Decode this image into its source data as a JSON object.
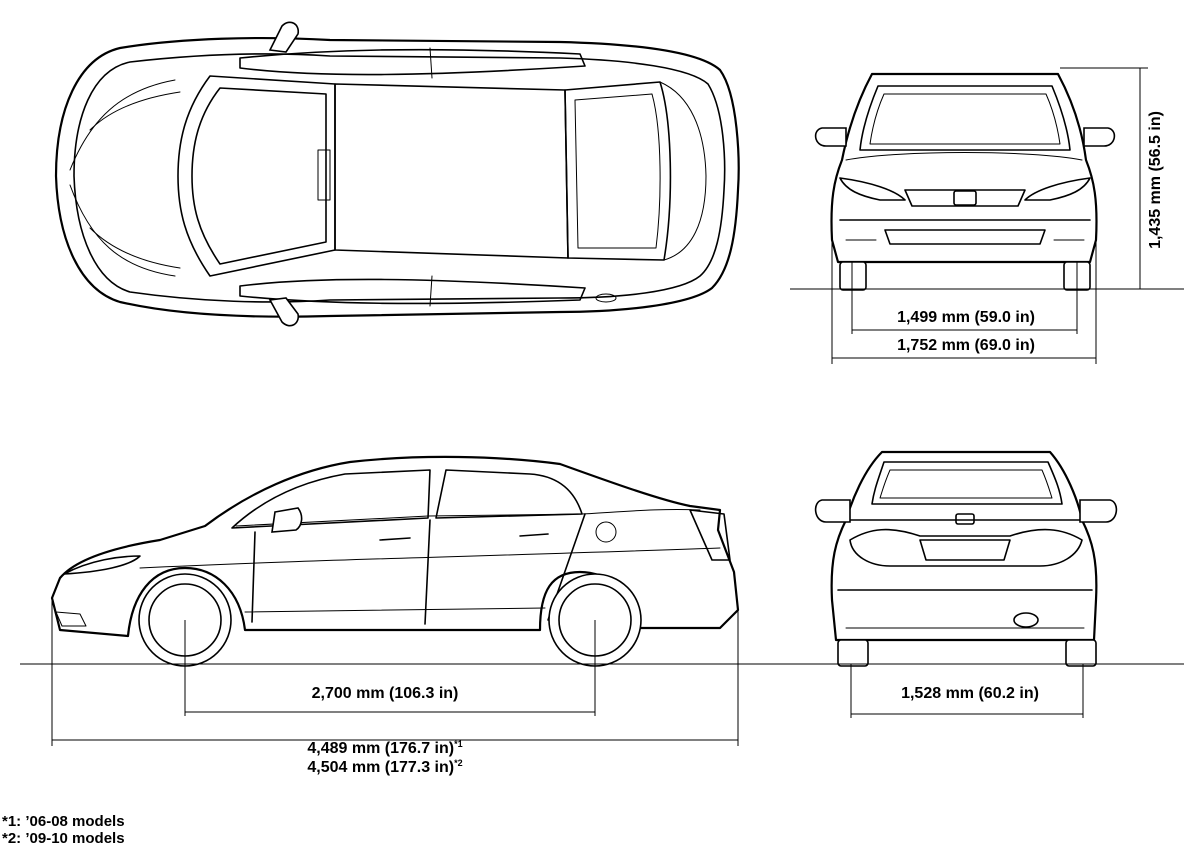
{
  "dimensions": {
    "wheelbase": "2,700 mm (106.3 in)",
    "length_a": "4,489 mm (176.7 in)",
    "length_a_mark": "*1",
    "length_b": "4,504 mm (177.3 in)",
    "length_b_mark": "*2",
    "front_track": "1,499 mm (59.0 in)",
    "width": "1,752 mm (69.0 in)",
    "height": "1,435 mm (56.5 in)",
    "rear_track": "1,528 mm (60.2 in)"
  },
  "notes": [
    "*1: ’06-08 models",
    "*2: ’09-10 models"
  ]
}
